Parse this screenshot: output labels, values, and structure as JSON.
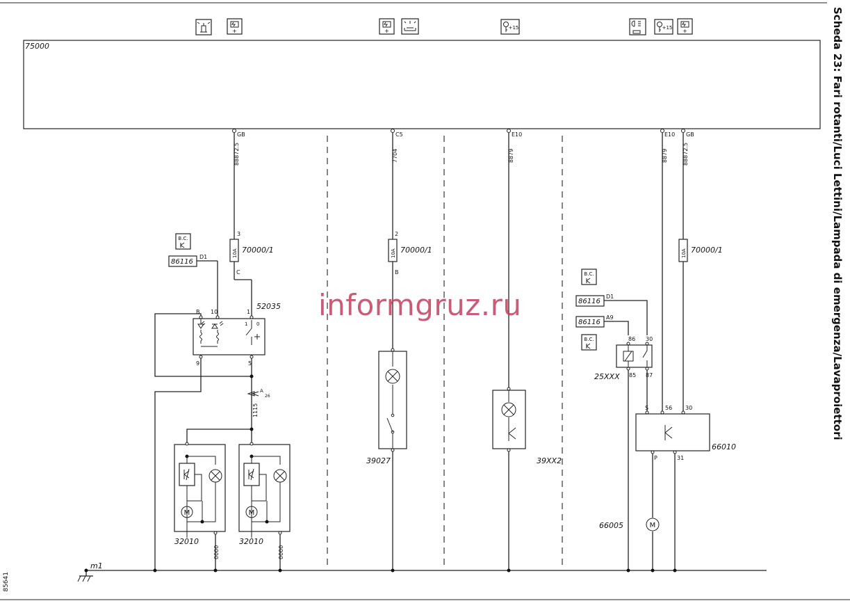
{
  "sheet": {
    "title": "Scheda 23:    Fari rotanti/Luci Lettini/Lampada di emergenza/Lavaproiettori",
    "doc_number": "85641",
    "watermark": "informgruz.ru"
  },
  "ecu": {
    "id": "75000"
  },
  "connectors": {
    "gb1": "GB",
    "c5": "C5",
    "e10a": "E10",
    "e10b": "E10",
    "gb2": "GB"
  },
  "wires": {
    "w1": "88872.5",
    "w2": "7704",
    "w3": "8879",
    "w4": "8879",
    "w5": "88872.5",
    "w1115": "1115",
    "w0000a": "0000",
    "w0000b": "0000"
  },
  "fuses": {
    "f1": {
      "label": "10A",
      "id": "70000/1",
      "pin_top": "3",
      "pin_bottom": "C"
    },
    "f2": {
      "label": "10A",
      "id": "70000/1",
      "pin_top": "2",
      "pin_bottom": "B"
    },
    "f3": {
      "label": "10A",
      "id": "70000/1"
    }
  },
  "components": {
    "switch52035": {
      "id": "52035",
      "pins": [
        "B",
        "10",
        "1",
        "9",
        "5",
        "1",
        "0"
      ]
    },
    "ref86116a": {
      "id": "86116",
      "pin": "D1"
    },
    "ref86116b": {
      "id": "86116",
      "pin": "D1"
    },
    "ref86116c": {
      "id": "86116",
      "pin": "A9"
    },
    "bc": "B.C.",
    "rotating1": {
      "id": "32010"
    },
    "rotating2": {
      "id": "32010"
    },
    "lamp39027": {
      "id": "39027"
    },
    "lamp39XX2": {
      "id": "39XX2"
    },
    "relay25XXX": {
      "id": "25XXX",
      "pins": [
        "86",
        "30",
        "85",
        "87"
      ]
    },
    "module66010": {
      "id": "66010",
      "pins": [
        "S",
        "56",
        "30",
        "P",
        "31"
      ]
    },
    "motor66005": {
      "id": "66005"
    },
    "connA26": {
      "label": "A",
      "sub": "26"
    },
    "ground": {
      "id": "m1"
    }
  },
  "icons": {
    "ign15": "+15"
  }
}
